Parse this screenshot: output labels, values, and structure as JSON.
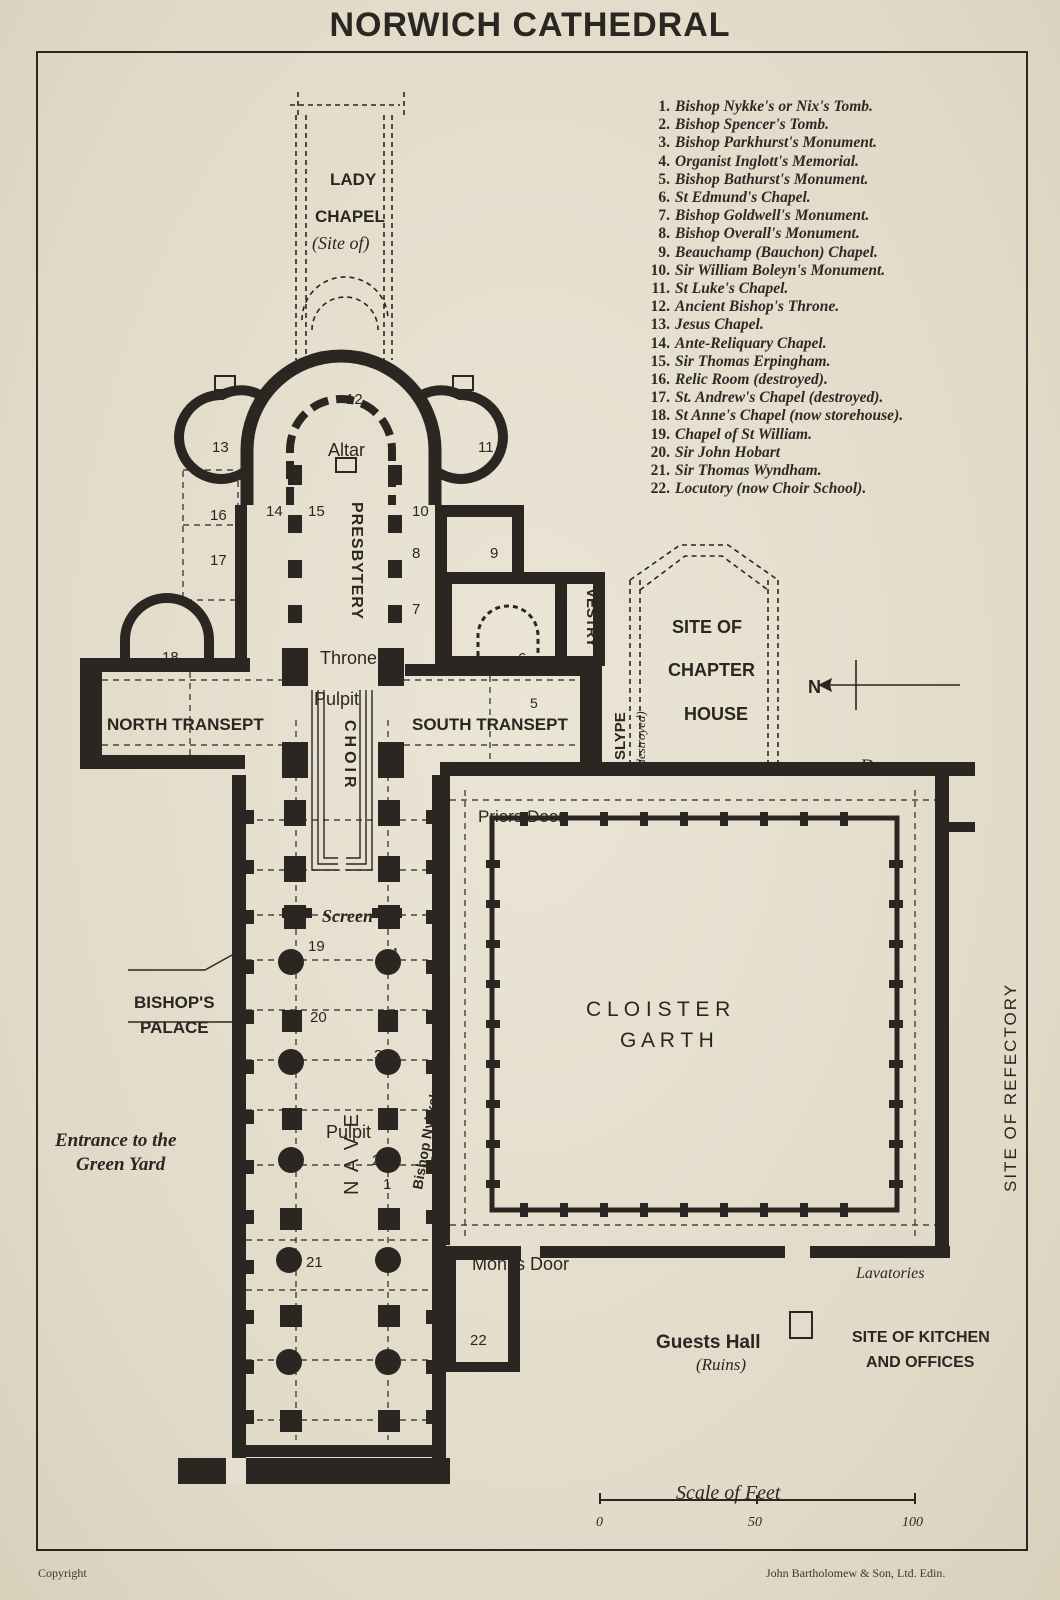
{
  "title": "NORWICH CATHEDRAL",
  "legend": [
    {
      "num": "1.",
      "text": "Bishop Nykke's or Nix's Tomb."
    },
    {
      "num": "2.",
      "text": "Bishop Spencer's Tomb."
    },
    {
      "num": "3.",
      "text": "Bishop Parkhurst's Monument."
    },
    {
      "num": "4.",
      "text": "Organist Inglott's Memorial."
    },
    {
      "num": "5.",
      "text": "Bishop Bathurst's Monument."
    },
    {
      "num": "6.",
      "text": "St Edmund's Chapel."
    },
    {
      "num": "7.",
      "text": "Bishop Goldwell's Monument."
    },
    {
      "num": "8.",
      "text": "Bishop Overall's Monument."
    },
    {
      "num": "9.",
      "text": "Beauchamp (Bauchon) Chapel."
    },
    {
      "num": "10.",
      "text": "Sir William Boleyn's Monument."
    },
    {
      "num": "11.",
      "text": "St Luke's Chapel."
    },
    {
      "num": "12.",
      "text": "Ancient Bishop's Throne."
    },
    {
      "num": "13.",
      "text": "Jesus Chapel."
    },
    {
      "num": "14.",
      "text": "Ante-Reliquary Chapel."
    },
    {
      "num": "15.",
      "text": "Sir Thomas Erpingham."
    },
    {
      "num": "16.",
      "text": "Relic Room (destroyed)."
    },
    {
      "num": "17.",
      "text": "St. Andrew's Chapel (destroyed)."
    },
    {
      "num": "18.",
      "text": "St Anne's Chapel (now storehouse)."
    },
    {
      "num": "19.",
      "text": "Chapel of St William."
    },
    {
      "num": "20.",
      "text": "Sir John Hobart"
    },
    {
      "num": "21.",
      "text": "Sir Thomas Wyndham."
    },
    {
      "num": "22.",
      "text": "Locutory (now Choir School)."
    }
  ],
  "labels": {
    "lady_chapel_1": "LADY",
    "lady_chapel_2": "CHAPEL",
    "lady_chapel_3": "(Site of)",
    "altar": "Altar",
    "presbytery": "PRESBYTERY",
    "throne": "Throne",
    "pulpit_choir": "Pulpit",
    "choir": "CHOIR",
    "north_transept": "NORTH TRANSEPT",
    "south_transept": "SOUTH TRANSEPT",
    "vestry": "VESTRY",
    "slype": "SLYPE",
    "destroyed": "(destroyed)",
    "chapter_house_1": "SITE OF",
    "chapter_house_2": "CHAPTER",
    "chapter_house_3": "HOUSE",
    "north": "N",
    "door": "Door",
    "priors_door": "Priors Door",
    "screen": "Screen",
    "bishops_palace_1": "BISHOP'S",
    "bishops_palace_2": "PALACE",
    "cloister_1": "C L O I S T E R",
    "cloister_2": "G A R T H",
    "nave": "N A V E",
    "pulpit_nave": "Pulpit",
    "bishop_nykkes_chapel_1": "Bishop Nykke's",
    "bishop_nykkes_chapel_2": "Chapel",
    "entrance_1": "Entrance to the",
    "entrance_2": "Green Yard",
    "refectory": "SITE OF REFECTORY",
    "monks_door": "Monks Door",
    "lavatories": "Lavatories",
    "guests_hall": "Guests Hall",
    "ruins": "(Ruins)",
    "kitchen_1": "SITE OF KITCHEN",
    "kitchen_2": "AND OFFICES",
    "scale_title": "Scale of Feet",
    "scale_0": "0",
    "scale_50": "50",
    "scale_100": "100"
  },
  "numbers": {
    "n1": "1",
    "n2": "2",
    "n3": "3",
    "n4": "4",
    "n5": "5",
    "n6": "6",
    "n7": "7",
    "n8": "8",
    "n9": "9",
    "n10": "10",
    "n11": "11",
    "n12": "12",
    "n13": "13",
    "n14": "14",
    "n15": "15",
    "n16": "16",
    "n17": "17",
    "n18": "18",
    "n19": "19",
    "n20": "20",
    "n21": "21",
    "n22": "22"
  },
  "credits": {
    "left": "Copyright",
    "right": "John Bartholomew & Son, Ltd. Edin."
  },
  "colors": {
    "paper": "#e6dfcf",
    "ink": "#2a2622"
  }
}
